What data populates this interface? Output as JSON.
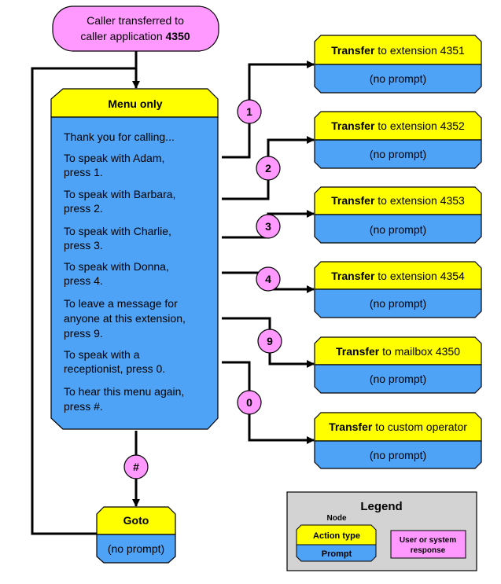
{
  "start": {
    "line1": "Caller transferred to",
    "line2_prefix": "caller application ",
    "line2_bold": "4350"
  },
  "menu": {
    "action": "Menu only",
    "prompt_lines": [
      "Thank you for calling...",
      "To speak with Adam,",
      "press 1.",
      "To speak with Barbara,",
      "press 2.",
      "To speak with Charlie,",
      "press 3.",
      "To speak with Donna,",
      "press 4.",
      "To leave a message for",
      "anyone at this extension,",
      "press 9.",
      "To speak with a",
      "receptionist, press 0.",
      "To hear this menu again,",
      "press #."
    ]
  },
  "transfers": [
    {
      "key": "1",
      "action": "Transfer",
      "target": " to extension 4351",
      "prompt": "(no prompt)"
    },
    {
      "key": "2",
      "action": "Transfer",
      "target": " to extension 4352",
      "prompt": "(no prompt)"
    },
    {
      "key": "3",
      "action": "Transfer",
      "target": " to extension 4353",
      "prompt": "(no prompt)"
    },
    {
      "key": "4",
      "action": "Transfer",
      "target": " to extension 4354",
      "prompt": "(no prompt)"
    },
    {
      "key": "9",
      "action": "Transfer",
      "target": " to mailbox 4350",
      "prompt": "(no prompt)"
    },
    {
      "key": "0",
      "action": "Transfer",
      "target": " to custom operator",
      "prompt": "(no prompt)"
    }
  ],
  "goto": {
    "key": "#",
    "action": "Goto",
    "prompt": "(no prompt)"
  },
  "legend": {
    "title": "Legend",
    "node_label": "Node",
    "action_label": "Action type",
    "prompt_label": "Prompt",
    "response_line1": "User or system",
    "response_line2": "response"
  },
  "colors": {
    "action": "#ffff00",
    "prompt": "#4fa3f7",
    "response": "#ff99ff",
    "start": "#ff99ff",
    "legend_bg": "#d3d3d3"
  }
}
